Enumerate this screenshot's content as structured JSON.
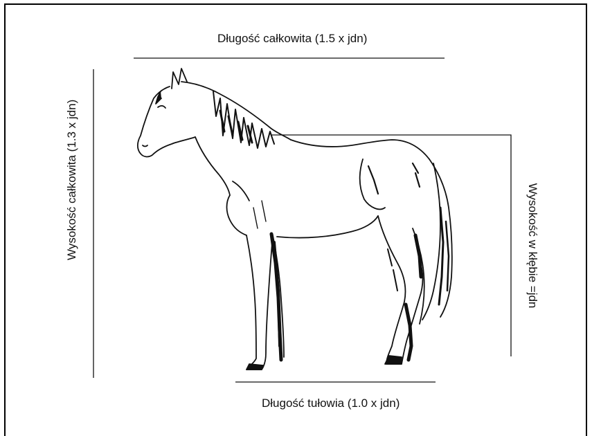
{
  "labels": {
    "total_length": "Długość całkowita (1.5 x jdn)",
    "total_height": "Wysokość całkowita  (1.3 x jdn)",
    "withers_height": "Wysokość w kłębie  =jdn",
    "body_length": "Długość tułowia (1.0 x jdn)"
  },
  "colors": {
    "ink": "#111111",
    "background": "#ffffff"
  },
  "icons": {
    "subject": "horse-sketch"
  }
}
